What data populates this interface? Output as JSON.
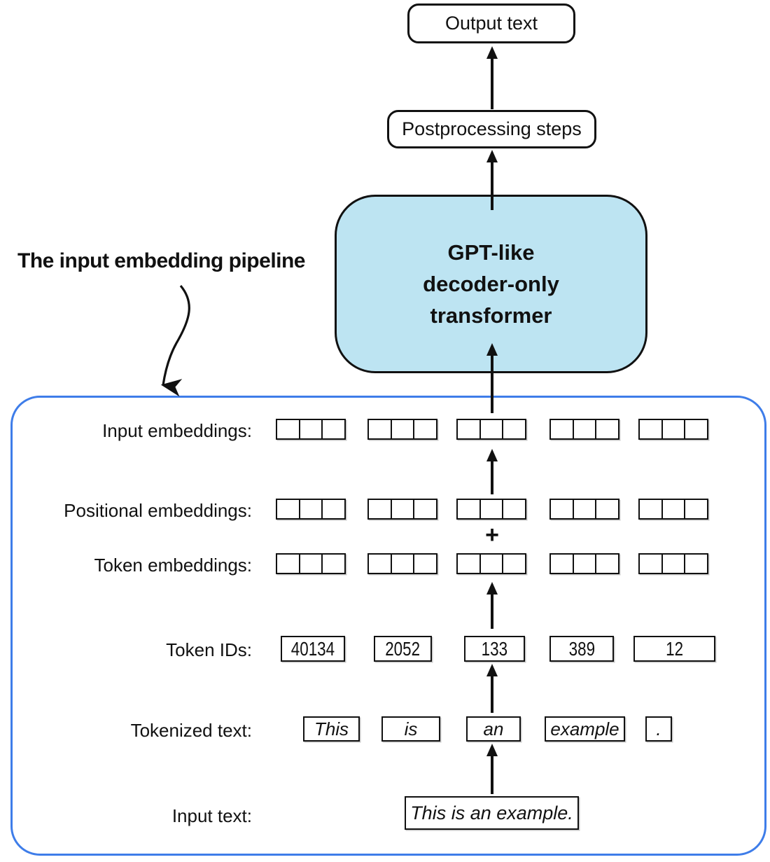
{
  "annotation": {
    "label": "The input embedding pipeline"
  },
  "top_flow": {
    "output_box": "Output text",
    "postprocessing_box": "Postprocessing steps",
    "transformer_line1": "GPT-like",
    "transformer_line2": "decoder-only",
    "transformer_line3": "transformer"
  },
  "pipeline": {
    "labels": {
      "input_embeddings": "Input embeddings:",
      "positional_embeddings": "Positional embeddings:",
      "token_embeddings": "Token embeddings:",
      "token_ids": "Token IDs:",
      "tokenized_text": "Tokenized text:",
      "input_text": "Input text:"
    },
    "plus_sign": "+",
    "token_ids": [
      "40134",
      "2052",
      "133",
      "389",
      "12"
    ],
    "tokens": [
      "This",
      "is",
      "an",
      "example",
      "."
    ],
    "input_text": "This is an example.",
    "embedding_columns": 5,
    "squares_per_embedding": 3
  },
  "colors": {
    "transformer_fill": "#bde4f2",
    "container_border": "#3e7de9",
    "line_color": "#111111"
  }
}
